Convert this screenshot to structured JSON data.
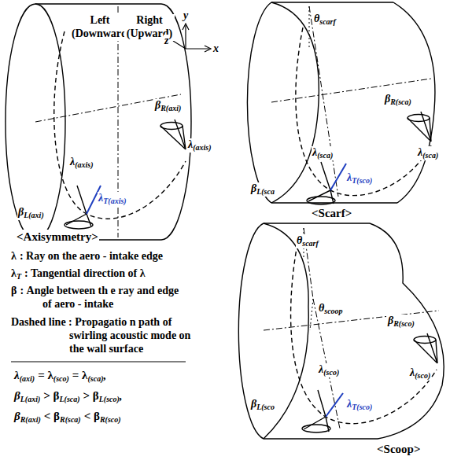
{
  "diagram": {
    "labels": [
      "Left (Downward)",
      "Right (Upward)",
      "y",
      "x",
      "z",
      "β",
      "R(axi)",
      "λ",
      "(axis)",
      "λ",
      "(axis)",
      "β",
      "L(axi)",
      "λ",
      "T(axis)",
      "<Axisymmetry>",
      "θ",
      "scarf",
      "β",
      "R(sca)",
      "λ",
      "(sca)",
      "λ",
      "(sca)",
      "β",
      "L(sca",
      "λ",
      "T(sco)",
      "<Scarf>",
      "λ",
      ": Ray on the aero - intake edge",
      "λ",
      "T",
      ": Tangential direction of λ",
      "β",
      ": Angle between th e ray and edge of aero - intake",
      "Dashed line : Propagatio n path of swirling acoustic mode on the wall surface",
      "θ",
      "scarf",
      "θ",
      "scoop",
      "β",
      "R(sco)",
      "λ",
      "(sco)",
      "λ",
      "(sco)",
      "β",
      "L(sco",
      "λ",
      "T(sco)",
      "<Scoop>",
      "λ",
      "(axi)",
      "= λ",
      "(sco)",
      "= λ",
      "(sca)",
      ",",
      "β",
      "L(axi)",
      "> β",
      "L(sca)",
      "> β",
      "L(sco)",
      ",",
      "β",
      "R(axi)",
      "< β",
      "R(sca)",
      "< β",
      "R(sco)"
    ]
  }
}
